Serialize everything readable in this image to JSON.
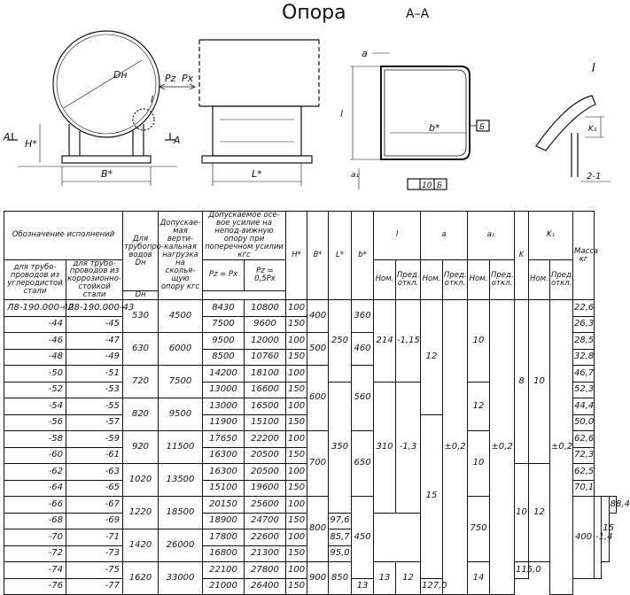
{
  "title": "Опора",
  "section": "А–А",
  "detail_label": "I",
  "detail_scale": "2-1",
  "labels": {
    "dn": "Dн",
    "pz": "Pz",
    "px": "Px",
    "h": "H*",
    "b": "B*",
    "l": "L*",
    "a": "a",
    "a1": "a₁",
    "lsmall": "l",
    "bsmall": "b*",
    "k1": "K₁",
    "arrow": "А",
    "ref_b": "Б",
    "tol": "10",
    "tol_ref": "Б",
    "section_mark": "I"
  },
  "table": {
    "headers": {
      "designation": "Обозначение исполнений",
      "steel1": "для трубо-проводов из углеродистой стали",
      "steel2": "для трубо-проводов из коррозионно-стойкой стали",
      "pipe": "Для трубопро-водов",
      "dn": "Dн",
      "vert": "Допускае-мая верти-кальная нагрузка на сколья-щую опору кгс",
      "horiz": "Допускаемое осе-вое усилие на непод-вижную опору при поперечном усилии кгс",
      "pz1": "Pz = Px",
      "pz2": "Pz = 0,5Px",
      "h": "H*",
      "b": "B*",
      "l": "L*",
      "bs": "b*",
      "lsmall": "l",
      "a": "a",
      "a1": "a₁",
      "k": "K",
      "k1": "K₁",
      "nom": "Ном.",
      "pred": "Пред. откл.",
      "mass": "Масса кг"
    },
    "rows": [
      {
        "d1": "Л8-190.000-42",
        "d2": "Л8-190.000-43",
        "px1": "8430",
        "px2": "10800",
        "h": "100",
        "mass": "22,6"
      },
      {
        "d1": "-44",
        "d2": "-45",
        "px1": "7500",
        "px2": "9600",
        "h": "150",
        "mass": "26,3"
      },
      {
        "d1": "-46",
        "d2": "-47",
        "px1": "9500",
        "px2": "12000",
        "h": "100",
        "mass": "28,5"
      },
      {
        "d1": "-48",
        "d2": "-49",
        "px1": "8500",
        "px2": "10760",
        "h": "150",
        "mass": "32,8"
      },
      {
        "d1": "-50",
        "d2": "-51",
        "px1": "14200",
        "px2": "18100",
        "h": "100",
        "mass": "46,7"
      },
      {
        "d1": "-52",
        "d2": "-53",
        "px1": "13000",
        "px2": "16600",
        "h": "150",
        "mass": "52,3"
      },
      {
        "d1": "-54",
        "d2": "-55",
        "px1": "13000",
        "px2": "16500",
        "h": "100",
        "mass": "44,4"
      },
      {
        "d1": "-56",
        "d2": "-57",
        "px1": "11900",
        "px2": "15100",
        "h": "150",
        "mass": "50,0"
      },
      {
        "d1": "-58",
        "d2": "-59",
        "px1": "17650",
        "px2": "22200",
        "h": "100",
        "mass": "62,6"
      },
      {
        "d1": "-60",
        "d2": "-61",
        "px1": "16300",
        "px2": "20500",
        "h": "150",
        "mass": "72,3"
      },
      {
        "d1": "-62",
        "d2": "-63",
        "px1": "16300",
        "px2": "20500",
        "h": "100",
        "mass": "62,5"
      },
      {
        "d1": "-64",
        "d2": "-65",
        "px1": "15100",
        "px2": "19600",
        "h": "150",
        "mass": "70,1"
      },
      {
        "d1": "-66",
        "d2": "-67",
        "px1": "20150",
        "px2": "25600",
        "h": "100",
        "mass": "88,4"
      },
      {
        "d1": "-68",
        "d2": "-69",
        "px1": "18900",
        "px2": "24700",
        "h": "150",
        "mass": "97,6"
      },
      {
        "d1": "-70",
        "d2": "-71",
        "px1": "17800",
        "px2": "22600",
        "h": "100",
        "mass": "85,7"
      },
      {
        "d1": "-72",
        "d2": "-73",
        "px1": "16800",
        "px2": "21300",
        "h": "150",
        "mass": "95,0"
      },
      {
        "d1": "-74",
        "d2": "-75",
        "px1": "22100",
        "px2": "27800",
        "h": "100",
        "mass": "115,0"
      },
      {
        "d1": "-76",
        "d2": "-77",
        "px1": "21000",
        "px2": "26400",
        "h": "150",
        "mass": "127,0"
      }
    ],
    "groups": {
      "dn": [
        "530",
        "630",
        "720",
        "820",
        "920",
        "1020",
        "1220",
        "1420",
        "1620"
      ],
      "vert": [
        "4500",
        "6000",
        "7500",
        "9500",
        "11500",
        "13500",
        "18500",
        "26000",
        "33000"
      ],
      "b": [
        "400",
        "500",
        "600",
        "700",
        "800",
        "900"
      ],
      "l": [
        "250",
        "350",
        "450"
      ],
      "bs": [
        "360",
        "460",
        "560",
        "650",
        "750",
        "850"
      ],
      "l_nom": [
        "214",
        "310",
        "400"
      ],
      "l_pred": [
        "-1,15",
        "-1,3",
        "-1,4"
      ],
      "a_nom": [
        "12",
        "15",
        "13"
      ],
      "a_pred": "±0,2",
      "a1_nom": [
        "10",
        "12",
        "10",
        "15",
        "13"
      ],
      "a1_pred": "±0,2",
      "k": [
        "8",
        "10",
        "12"
      ],
      "k1_nom": [
        "10",
        "12",
        "14"
      ],
      "k1_pred": "±0,2"
    }
  }
}
